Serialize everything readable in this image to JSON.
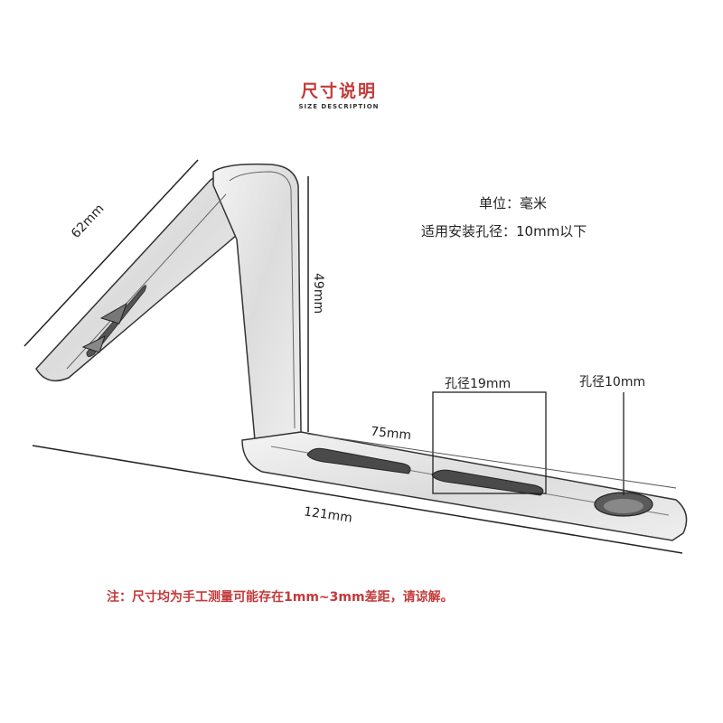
{
  "header": {
    "title": "尺寸说明",
    "subtitle": "SIZE DESCRIPTION"
  },
  "specs": {
    "unit": "单位：毫米",
    "hole_range": "适用安装孔径：10mm以下"
  },
  "dimensions": {
    "angled_arm": "62mm",
    "vertical": "49mm",
    "slot_span": "75mm",
    "total_length": "121mm",
    "slot_hole": "孔径19mm",
    "round_hole": "孔径10mm"
  },
  "note": "注：尺寸均为手工测量可能存在1mm~3mm差距，请谅解。",
  "colors": {
    "accent": "#c43a3a",
    "line": "#222222",
    "metal": "#e6e6e6"
  }
}
